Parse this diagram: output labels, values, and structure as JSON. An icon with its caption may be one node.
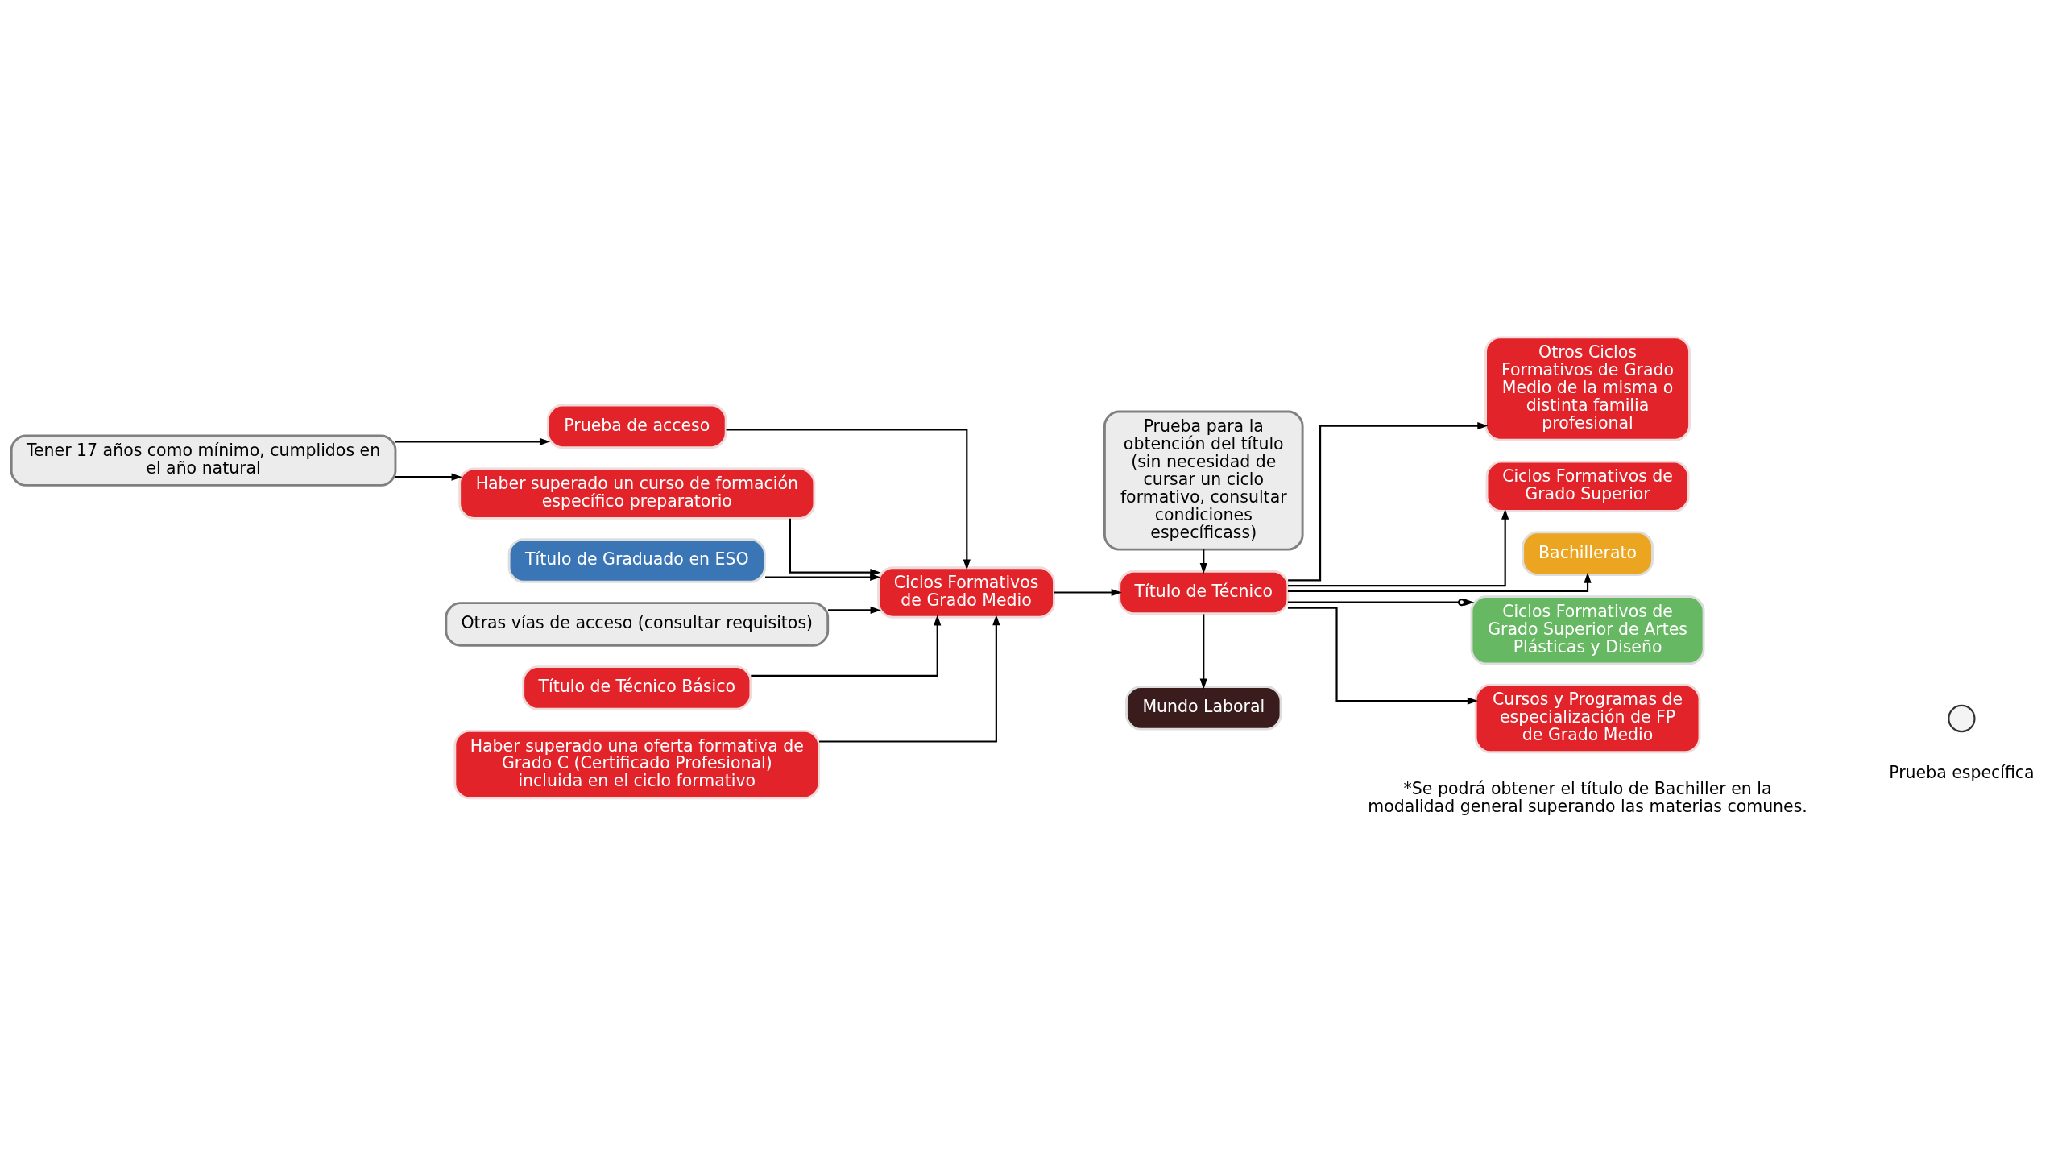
{
  "diagram": {
    "nodes": [
      {
        "text": [
          "Tener 17 años como mínimo, cumplidos en el año natural"
        ]
      },
      {
        "text": [
          "Título de Graduado en ESO"
        ]
      },
      {
        "text": [
          "Otras vías de acceso (consultar requisitos)"
        ]
      },
      {
        "text": [
          "Título de Técnico Básico"
        ]
      },
      {
        "text": [
          "Prueba de acceso"
        ]
      },
      {
        "text": [
          "Haber superado un curso de formación específico preparatorio"
        ]
      },
      {
        "text": [
          "Haber superado una oferta formativa de Grado C (Certificado Profesional) incluida en el ciclo formativo"
        ]
      },
      {
        "text": [
          "Ciclos Formativos de Grado Medio"
        ]
      },
      {
        "text": [
          "Prueba para la obtención del título (sin necesidad de cursar un ciclo formativo, consultar condiciones específicass)"
        ]
      },
      {
        "text": [
          "Título de Técnico"
        ]
      },
      {
        "text": [
          "Mundo Laboral"
        ]
      },
      {
        "text": [
          "Otros Ciclos Formativos de Grado Medio de la misma o distinta familia profesional"
        ]
      },
      {
        "text": [
          "Ciclos Formativos de Grado Superior"
        ]
      },
      {
        "text": [
          "Bachillerato"
        ]
      },
      {
        "text": [
          "Ciclos Formativos de Grado Superior de Artes Plásticas y Diseño"
        ]
      },
      {
        "text": [
          "Cursos y Programas de especialización de FP de Grado Medio"
        ]
      }
    ],
    "edges": [
      {
        "from": 0,
        "to": 4,
        "arrow": "to"
      },
      {
        "from": 0,
        "to": 5,
        "arrow": "to"
      },
      {
        "from": 1,
        "to": 7,
        "arrow": "to"
      },
      {
        "from": 2,
        "to": 7,
        "arrow": "to"
      },
      {
        "from": 3,
        "to": 7,
        "arrow": "to"
      },
      {
        "from": 4,
        "to": 7,
        "arrow": "to"
      },
      {
        "from": 5,
        "to": 7,
        "arrow": "to"
      },
      {
        "from": 6,
        "to": 7,
        "arrow": "to"
      },
      {
        "from": 7,
        "to": 9,
        "arrow": "to"
      },
      {
        "from": 8,
        "to": 9,
        "arrow": "to"
      },
      {
        "from": 9,
        "to": 10,
        "arrow": "to"
      },
      {
        "from": 9,
        "to": 11,
        "arrow": "to"
      },
      {
        "from": 9,
        "to": 12,
        "arrow": "to"
      },
      {
        "from": 9,
        "to": 13,
        "arrow": "to"
      },
      {
        "from": 9,
        "to": 14,
        "arrow": "to"
      },
      {
        "from": 9,
        "to": 15,
        "arrow": "to"
      }
    ],
    "labels": [
      "*Se podrá obtener el título de Bachiller en la modalidad general superando las materias comunes."
    ],
    "legend": [
      {
        "text": "Prueba específica"
      }
    ]
  }
}
